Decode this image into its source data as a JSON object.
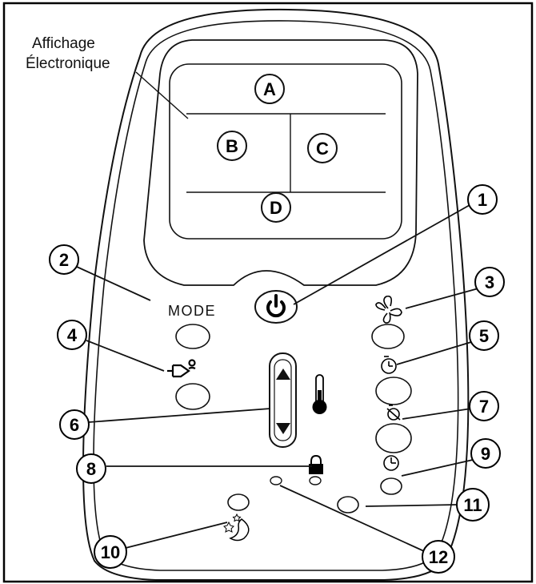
{
  "display": {
    "title_line1": "Affichage",
    "title_line2": "Électronique",
    "zones": [
      "A",
      "B",
      "C",
      "D"
    ]
  },
  "panel": {
    "mode_label": "MODE"
  },
  "callouts": [
    "1",
    "2",
    "3",
    "4",
    "5",
    "6",
    "7",
    "8",
    "9",
    "10",
    "11",
    "12"
  ],
  "icons": {
    "power": "power-icon",
    "fan": "fan-icon",
    "swing": "louver-swing-icon",
    "timer_on": "timer-on-icon",
    "timer_off": "timer-off-icon",
    "clock": "clock-icon",
    "thermometer": "thermometer-icon",
    "lock": "lock-icon",
    "sleep": "sleep-moon-icon",
    "up": "up-arrow-icon",
    "down": "down-arrow-icon"
  },
  "colors": {
    "line": "#111111",
    "background": "#ffffff"
  }
}
